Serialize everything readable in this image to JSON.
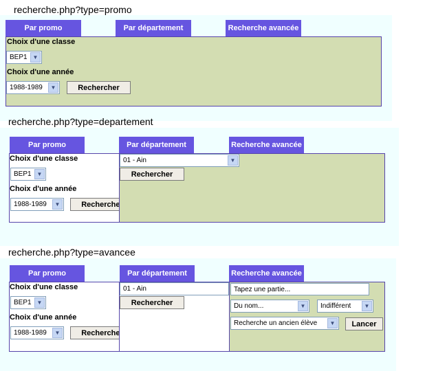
{
  "sections": [
    {
      "caption": "recherche.php?type=promo",
      "tabs": {
        "promo": "Par promo",
        "departement": "Par département",
        "avancee": "Recherche avancée"
      },
      "promo": {
        "classe_label": "Choix d'une classe",
        "classe_value": "BEP1",
        "annee_label": "Choix d'une année",
        "annee_value": "1988-1989",
        "search_button": "Rechercher"
      }
    },
    {
      "caption": "recherche.php?type=departement",
      "tabs": {
        "promo": "Par promo",
        "departement": "Par département",
        "avancee": "Recherche avancée"
      },
      "promo": {
        "classe_label": "Choix d'une classe",
        "classe_value": "BEP1",
        "annee_label": "Choix d'une année",
        "annee_value": "1988-1989",
        "search_button": "Rechercher"
      },
      "departement": {
        "value": "01 - Ain",
        "search_button": "Rechercher"
      }
    },
    {
      "caption": "recherche.php?type=avancee",
      "tabs": {
        "promo": "Par promo",
        "departement": "Par département",
        "avancee": "Recherche avancée"
      },
      "promo": {
        "classe_label": "Choix d'une classe",
        "classe_value": "BEP1",
        "annee_label": "Choix d'une année",
        "annee_value": "1988-1989",
        "search_button": "Rechercher"
      },
      "departement": {
        "value": "01 - Ain",
        "search_button": "Rechercher"
      },
      "avancee": {
        "text_value": "Tapez une partie...",
        "field_select": "Du nom...",
        "match_select": "Indifférent",
        "type_select": "Recherche un ancien élève",
        "submit_button": "Lancer"
      }
    }
  ],
  "colors": {
    "tab_bg": "#6655e0",
    "panel_green": "#d3ddb2",
    "panel_border": "#5544aa",
    "section_bg": "#f0ffff"
  },
  "icons": {
    "dropdown_arrow": "chevron-down-icon"
  }
}
